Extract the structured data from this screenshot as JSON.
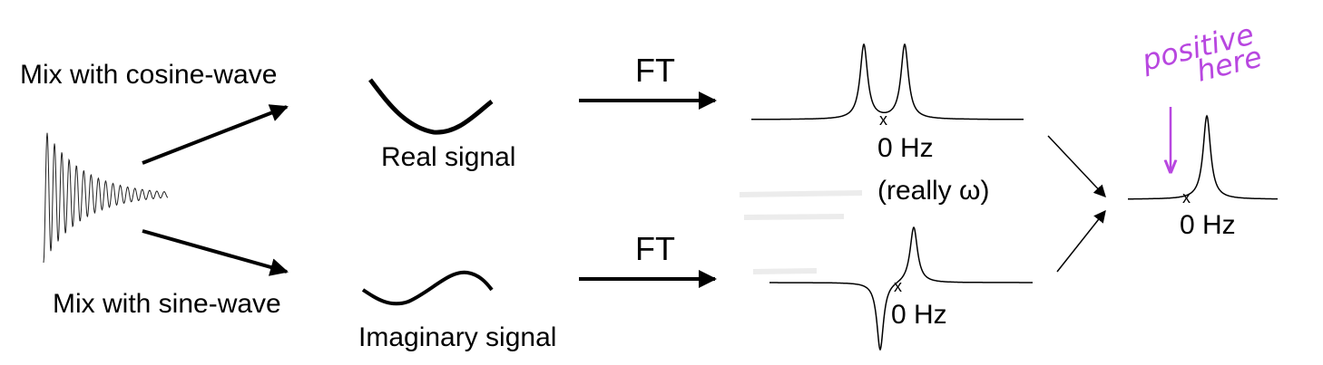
{
  "labels": {
    "mix_cosine": "Mix with cosine-wave",
    "mix_sine": "Mix with sine-wave",
    "real_signal": "Real signal",
    "imaginary_signal": "Imaginary signal",
    "ft_top": "FT",
    "ft_bottom": "FT",
    "zero_hz_top": "0 Hz",
    "really_omega": "(really ω)",
    "zero_hz_bottom": "0 Hz",
    "zero_hz_result": "0 Hz",
    "zero_marker": "x",
    "note_line1": "positive",
    "note_line2": "here"
  },
  "colors": {
    "ink": "#000000",
    "annotation": "#b847e0",
    "faint_scan": "#e8e8e8"
  }
}
